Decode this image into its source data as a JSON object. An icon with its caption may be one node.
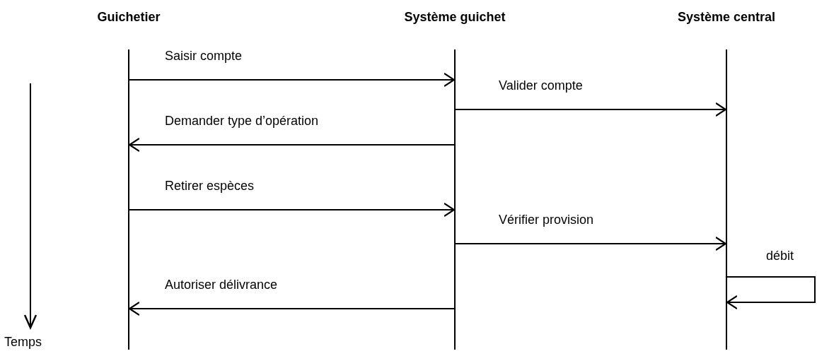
{
  "diagram": {
    "nodes": [
      {
        "text": [
          "Guichetier"
        ]
      },
      {
        "text": [
          "Système guichet"
        ]
      },
      {
        "text": [
          "Système central"
        ]
      }
    ],
    "edges": [
      {
        "from": 0,
        "to": 1,
        "arrow": "to",
        "label": "Saisir compte"
      },
      {
        "from": 1,
        "to": 2,
        "arrow": "to",
        "label": "Valider compte"
      },
      {
        "from": 1,
        "to": 0,
        "arrow": "to",
        "label": "Demander type d’opération"
      },
      {
        "from": 0,
        "to": 1,
        "arrow": "to",
        "label": "Retirer espèces"
      },
      {
        "from": 1,
        "to": 2,
        "arrow": "to",
        "label": "Vérifier provision"
      },
      {
        "from": 2,
        "to": 2,
        "arrow": "to",
        "label": "débit"
      },
      {
        "from": 1,
        "to": 0,
        "arrow": "to",
        "label": "Autoriser délivrance"
      }
    ],
    "labels": [
      "Temps"
    ]
  }
}
